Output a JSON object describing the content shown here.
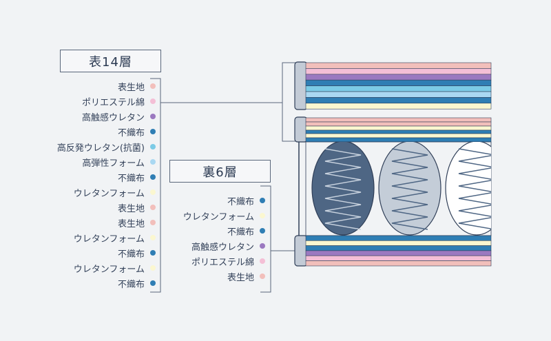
{
  "front": {
    "title": "表14層",
    "layers": [
      {
        "label": "表生地",
        "color": "#f2bfbb"
      },
      {
        "label": "ポリエステル綿",
        "color": "#f4bfd6"
      },
      {
        "label": "高触感ウレタン",
        "color": "#9b79c0"
      },
      {
        "label": "不織布",
        "color": "#2f7eb4"
      },
      {
        "label": "高反発ウレタン(抗菌)",
        "color": "#7ccbe6"
      },
      {
        "label": "高弾性フォーム",
        "color": "#a9d8f2"
      },
      {
        "label": "不織布",
        "color": "#2f7eb4"
      },
      {
        "label": "ウレタンフォーム",
        "color": "#fbf7d0"
      },
      {
        "label": "表生地",
        "color": "#f2bfbb"
      },
      {
        "label": "表生地",
        "color": "#f2bfbb"
      },
      {
        "label": "ウレタンフォーム",
        "color": "#fbf7d0"
      },
      {
        "label": "不織布",
        "color": "#2f7eb4"
      },
      {
        "label": "ウレタンフォーム",
        "color": "#fbf7d0"
      },
      {
        "label": "不織布",
        "color": "#2f7eb4"
      }
    ]
  },
  "back": {
    "title": "裏6層",
    "layers": [
      {
        "label": "不織布",
        "color": "#2f7eb4"
      },
      {
        "label": "ウレタンフォーム",
        "color": "#fbf7d0"
      },
      {
        "label": "不織布",
        "color": "#2f7eb4"
      },
      {
        "label": "高触感ウレタン",
        "color": "#9b79c0"
      },
      {
        "label": "ポリエステル綿",
        "color": "#f4bfd6"
      },
      {
        "label": "表生地",
        "color": "#f2bfbb"
      }
    ]
  },
  "colors": {
    "outline": "#2f3e57",
    "spring_dark": "#4e6684",
    "spring_mid": "#c4cdd8",
    "spring_light": "#ffffff",
    "bracket": "#c3cbd6"
  }
}
